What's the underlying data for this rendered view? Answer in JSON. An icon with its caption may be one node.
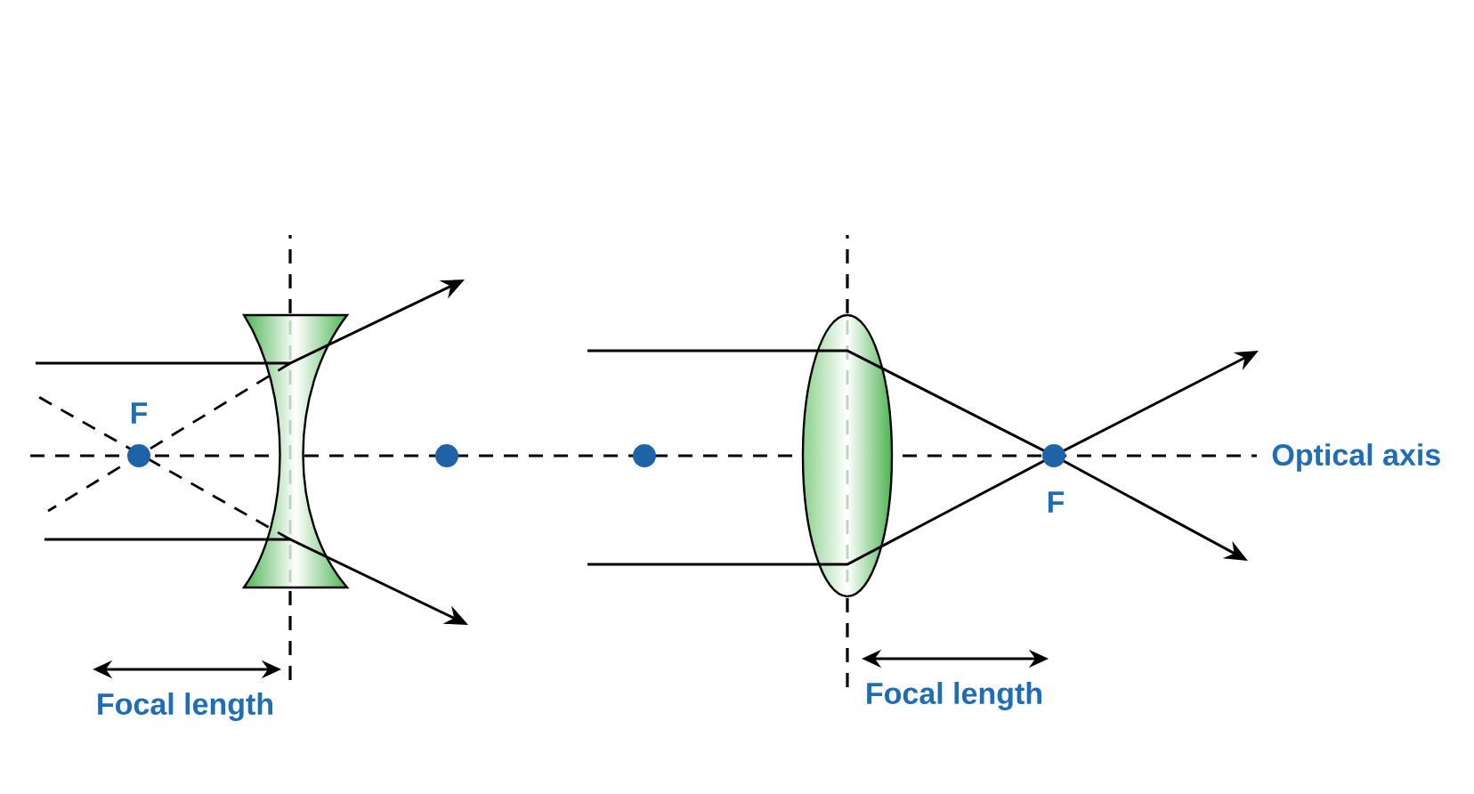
{
  "diagram": {
    "labels": [
      "F",
      "Optical axis",
      "F",
      "Focal length",
      "Focal length"
    ]
  }
}
